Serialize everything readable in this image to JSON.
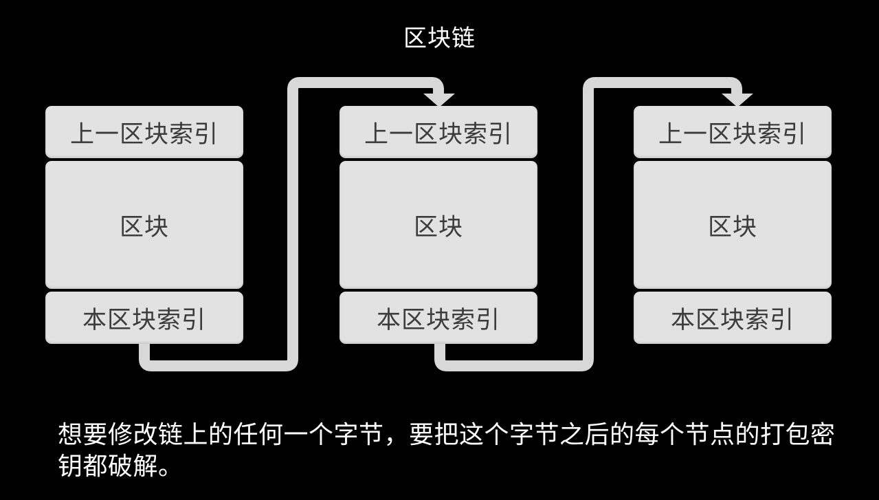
{
  "title": "区块链",
  "blocks": [
    {
      "prev_label": "上一区块索引",
      "body_label": "区块",
      "current_label": "本区块索引"
    },
    {
      "prev_label": "上一区块索引",
      "body_label": "区块",
      "current_label": "本区块索引"
    },
    {
      "prev_label": "上一区块索引",
      "body_label": "区块",
      "current_label": "本区块索引"
    }
  ],
  "caption": "想要修改链上的任何一个字节，要把这个字节之后的每个节点的打包密钥都破解。",
  "colors": {
    "background": "#000000",
    "block_fill": "#e2e2e2",
    "block_text": "#3c3c3c",
    "connector": "#d8d8d8",
    "text": "#ffffff"
  }
}
